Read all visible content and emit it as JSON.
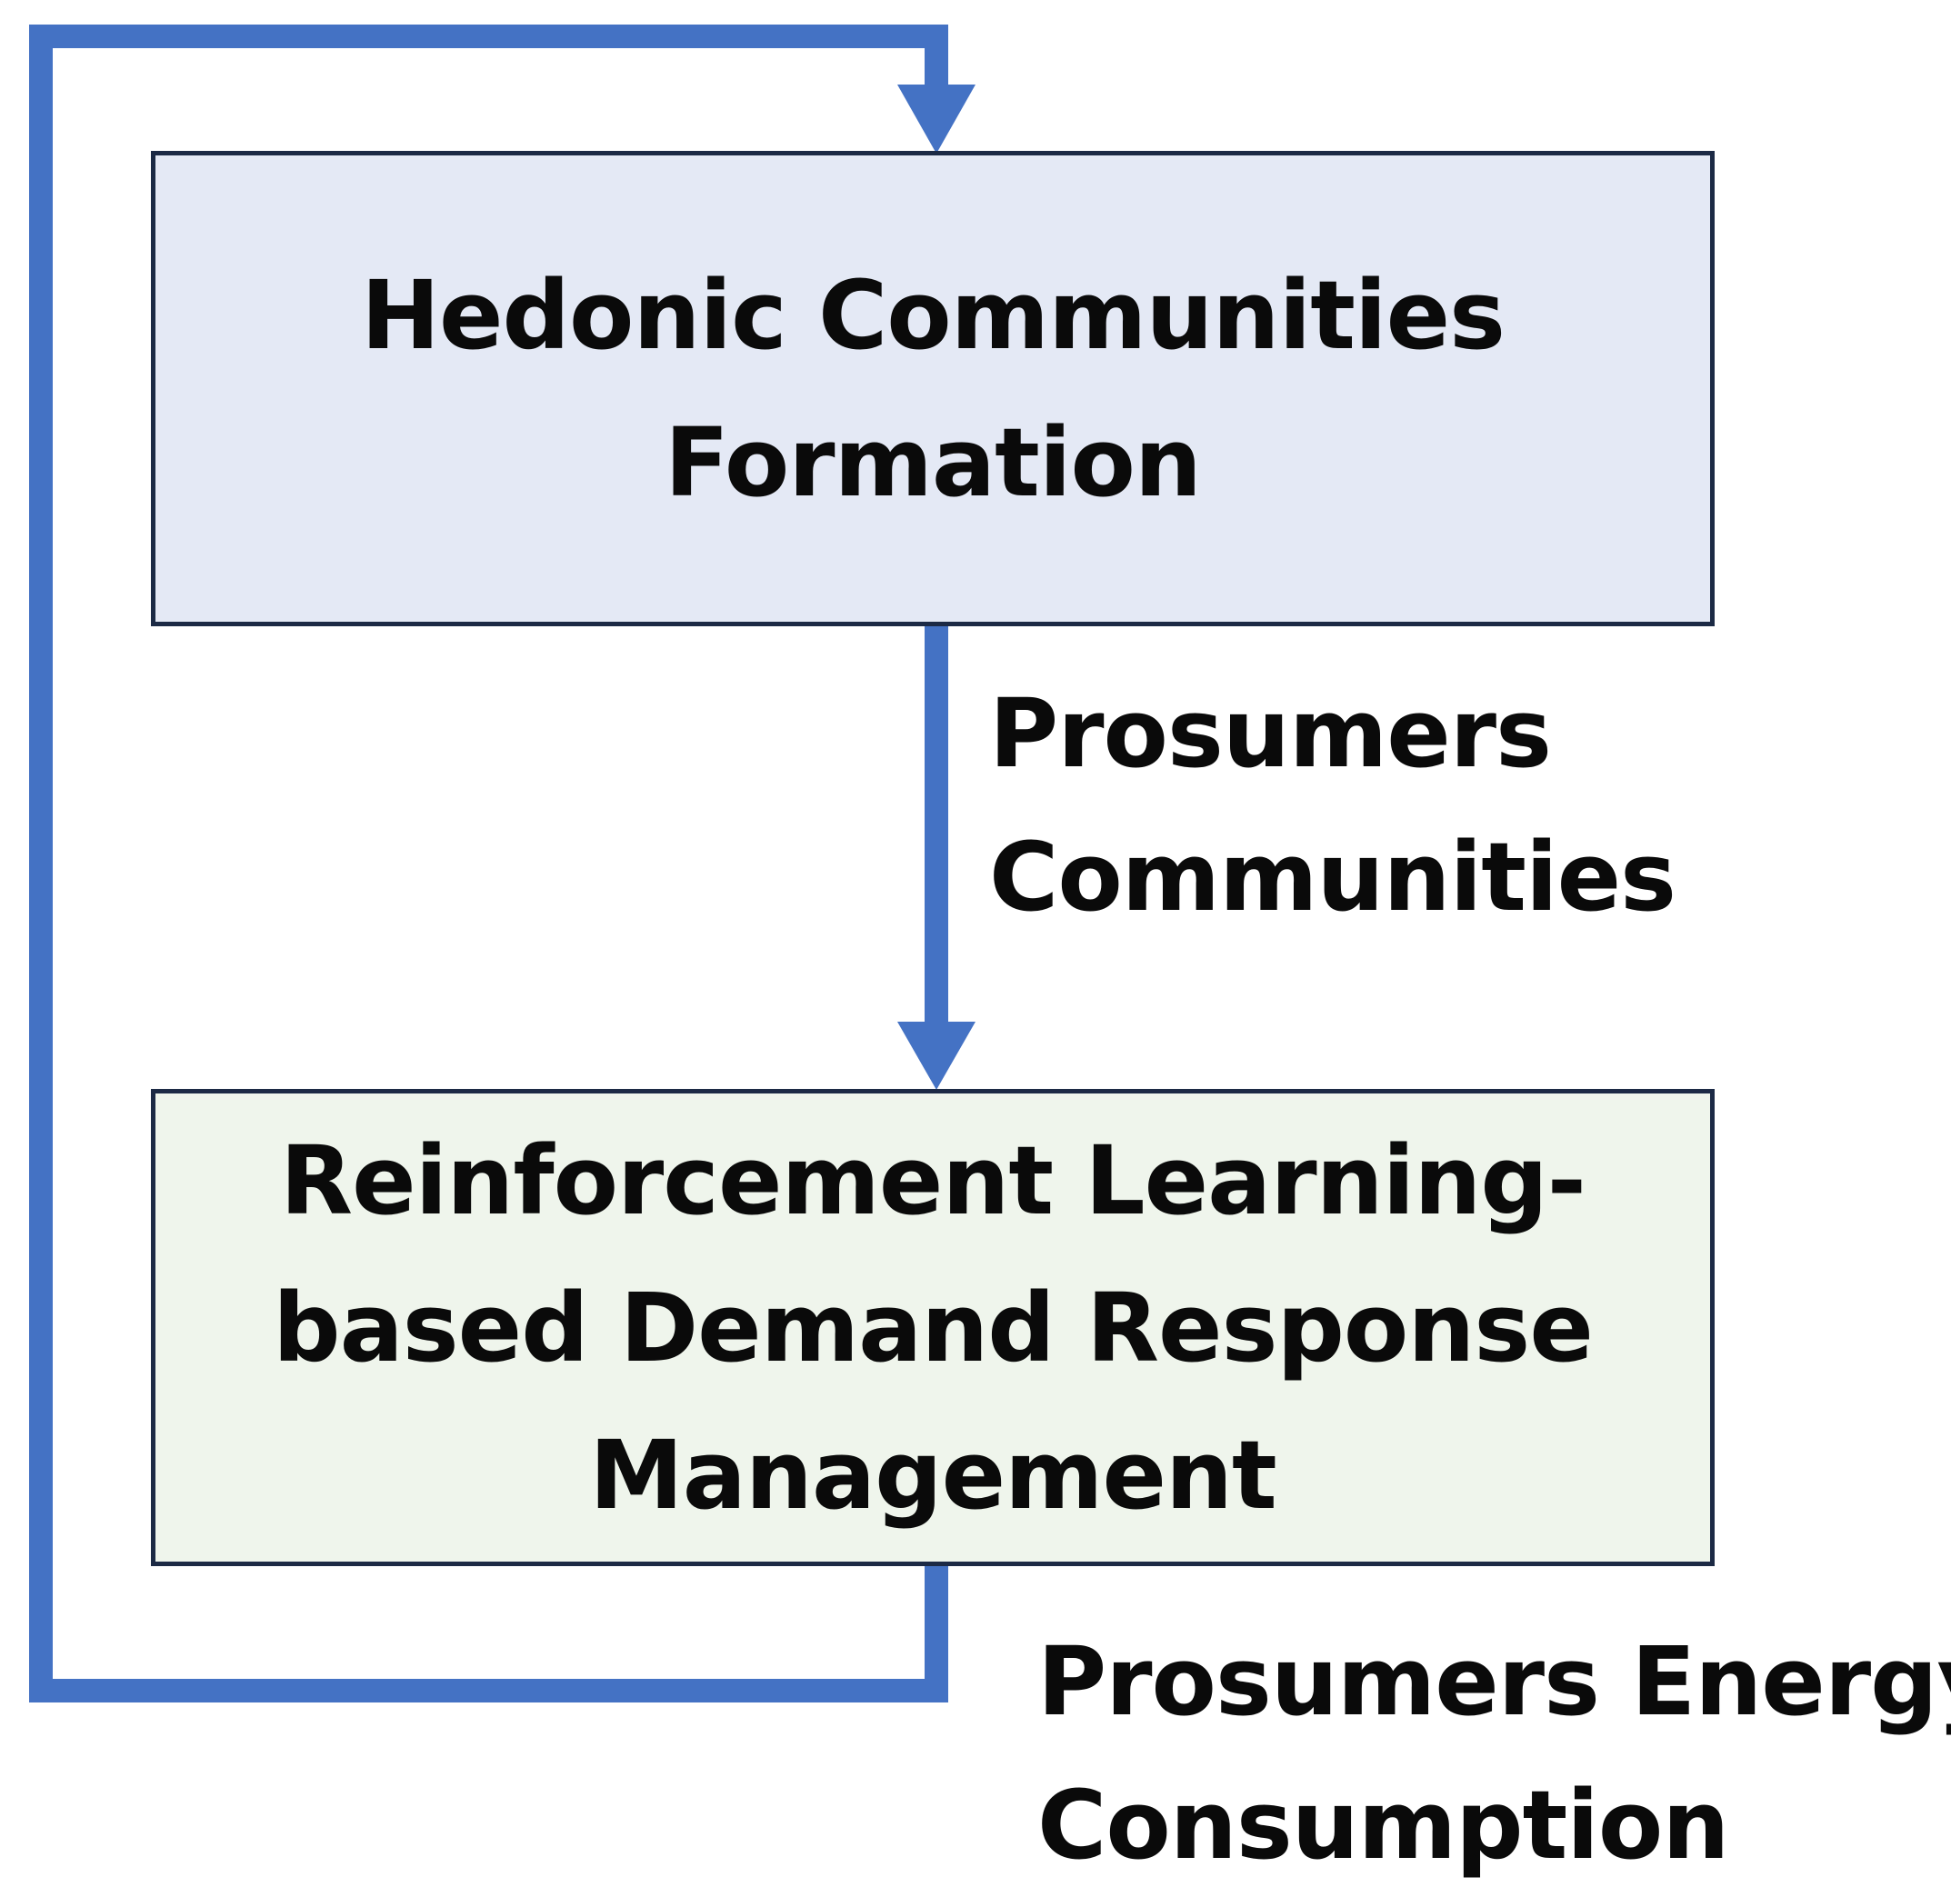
{
  "nodes": {
    "hedonic": {
      "line1": "Hedonic Communities",
      "line2": "Formation",
      "fill": "#e4e9f5"
    },
    "rl": {
      "line1": "Reinforcement Learning-",
      "line2": "based Demand Response",
      "line3": "Management",
      "fill": "#eff5ec"
    }
  },
  "edges": {
    "forward": {
      "line1": "Prosumers",
      "line2": "Communities"
    },
    "feedback": {
      "line1": "Prosumers Energy",
      "line2": "Consumption"
    }
  },
  "colors": {
    "arrow": "#4472c4",
    "border": "#1c2a45",
    "text": "#0a0a0a"
  }
}
